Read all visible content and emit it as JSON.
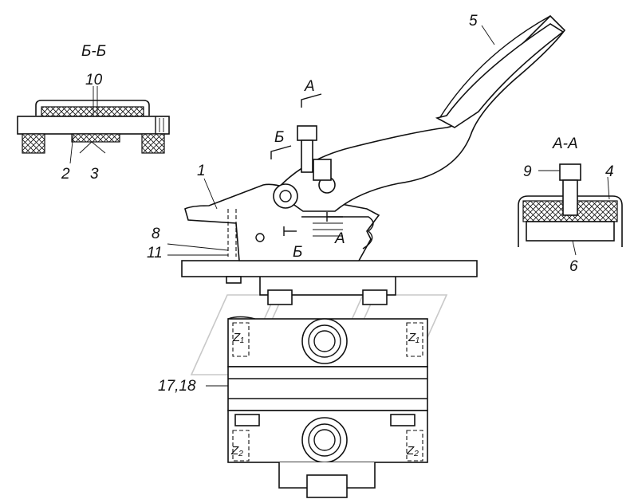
{
  "section_views": {
    "bb": {
      "title": "Б-Б"
    },
    "aa": {
      "title": "А-А"
    }
  },
  "section_marks": {
    "a_arrow": "А",
    "b_arrow": "Б",
    "a_cut": "А",
    "b_cut": "Б"
  },
  "part_labels": {
    "p1": "1",
    "p2": "2",
    "p3": "3",
    "p4": "4",
    "p5": "5",
    "p6": "6",
    "p8": "8",
    "p9": "9",
    "p10": "10",
    "p11": "11",
    "p17_18": "17,18"
  },
  "port_marks": {
    "z1_left": "Z₁",
    "z1_right": "Z₁",
    "z2_left": "Z₂",
    "z2_right": "Z₂"
  }
}
